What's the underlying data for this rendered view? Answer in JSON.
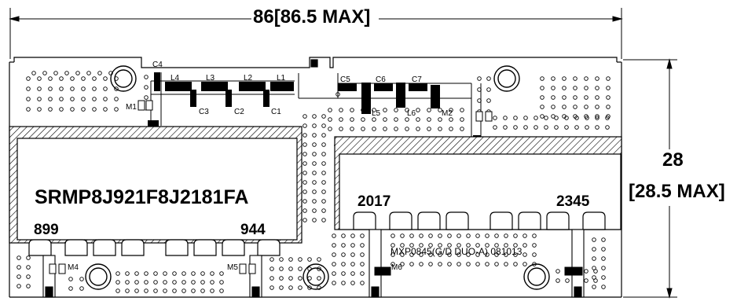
{
  "dimensions": {
    "width_label": "86[86.5 MAX]",
    "height_value": "28",
    "height_max": "[28.5 MAX]"
  },
  "module": {
    "left_part": "SRMP8J921F8J2181FA",
    "left_freq_low": "899",
    "left_freq_high": "944",
    "right_freq_low": "2017",
    "right_freq_high": "2345",
    "board_marking": "MXP0845(G/D DUO-A) 081013"
  },
  "components": {
    "capacitors": [
      "C1",
      "C2",
      "C3",
      "C4",
      "C5",
      "C6",
      "C7"
    ],
    "inductors": [
      "L1",
      "L2",
      "L3",
      "L4",
      "L5",
      "L6"
    ],
    "mounts": [
      "M1",
      "M2",
      "M4",
      "M5",
      "M6"
    ]
  }
}
